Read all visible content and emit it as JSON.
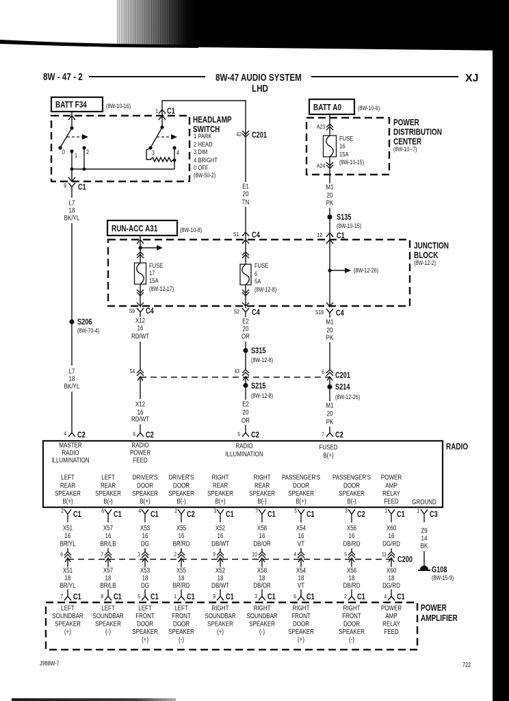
{
  "header": {
    "page_number": "8W - 47 - 2",
    "title": "8W-47 AUDIO SYSTEM",
    "subtitle": "LHD",
    "vehicle": "XJ"
  },
  "sources": {
    "batt_f34": {
      "label": "BATT F34",
      "ref": "(8W-10-16)"
    },
    "batt_a0": {
      "label": "BATT A0",
      "ref": "(8W-10-6)"
    },
    "run_acc_a31": {
      "label": "RUN-ACC A31",
      "ref": "(8W-10-8)"
    }
  },
  "headlamp_switch": {
    "name": [
      "HEADLAMP",
      "SWITCH"
    ],
    "positions": [
      "1 PARK",
      "2 HEAD",
      "3 DIM",
      "4 BRIGHT",
      "0 OFF"
    ],
    "ref": "(8W-50-2)",
    "contacts": [
      "0",
      "1",
      "2",
      "3",
      "4"
    ],
    "top_connector": {
      "pin": "1",
      "name": "C1"
    },
    "bottom_connector": {
      "pin": "9",
      "name": "C1"
    }
  },
  "power_distribution_center": {
    "name": [
      "POWER",
      "DISTRIBUTION",
      "CENTER"
    ],
    "ref": "(8W-10--7)",
    "cavity_in": "A23",
    "cavity_out": "A24",
    "fuse": {
      "label": "FUSE",
      "number": "16",
      "rating": "15A",
      "ref": "(8W-10-15)"
    }
  },
  "junction_block": {
    "name": [
      "JUNCTION",
      "BLOCK"
    ],
    "ref": "(8W-12-2)",
    "fuse_17": {
      "label": "FUSE",
      "number": "17",
      "rating": "15A",
      "ref": "(8W-12-17)",
      "output": {
        "pin": "S9",
        "name": "C4"
      }
    },
    "fuse_6": {
      "label": "FUSE",
      "number": "6",
      "rating": "5A",
      "ref": "(8W-12-8)",
      "input": {
        "pin": "S1",
        "name": "C4"
      },
      "output": {
        "pin": "S2",
        "name": "C4"
      }
    },
    "b_plus_feed": {
      "input": {
        "pin": "12",
        "name": "C1"
      },
      "output": {
        "pin": "S18",
        "name": "C4"
      },
      "branch_ref": "(8W-12-26)"
    }
  },
  "connectors": {
    "c201_e1": {
      "pin": "42",
      "name": "C201"
    },
    "c201_inline": {
      "name": "C201",
      "pins": {
        "x12": "54",
        "e2": "43",
        "m1": "6"
      }
    },
    "c200": {
      "name": "C200"
    }
  },
  "splices": {
    "s135": {
      "name": "S135",
      "ref": "(8W-10-15)"
    },
    "s206": {
      "name": "S206",
      "ref": "(8W-70-4)"
    },
    "s315": {
      "name": "S315",
      "ref": "(8W-12-8)"
    },
    "s215": {
      "name": "S215",
      "ref": "(8W-12-8)"
    },
    "s214": {
      "name": "S214",
      "ref": "(8W-12-26)"
    }
  },
  "wires": {
    "l7": {
      "circuit": "L7",
      "gauge": "18",
      "color": "BK/YL"
    },
    "e1": {
      "circuit": "E1",
      "gauge": "20",
      "color": "TN"
    },
    "m1": {
      "circuit": "M1",
      "gauge": "20",
      "color": "PK"
    },
    "x12": {
      "circuit": "X12",
      "gauge": "16",
      "color": "RD/WT"
    },
    "e2": {
      "circuit": "E2",
      "gauge": "20",
      "color": "OR"
    }
  },
  "radio": {
    "name": "RADIO",
    "inputs": [
      {
        "pin": "4",
        "connector": "C2",
        "function": [
          "MASTER",
          "RADIO",
          "ILLUMINATION"
        ]
      },
      {
        "pin": "6",
        "connector": "C2",
        "function": [
          "RADIO",
          "POWER",
          "FEED"
        ]
      },
      {
        "pin": "5",
        "connector": "C2",
        "function": [
          "RADIO",
          "ILLUMINATION"
        ]
      },
      {
        "pin": "7",
        "connector": "C2",
        "function": [
          "FUSED",
          "B(+)"
        ]
      }
    ]
  },
  "amplifier_circuits": [
    {
      "radio_pin": "2",
      "radio_connector": "C1",
      "radio_function": [
        "LEFT",
        "REAR",
        "SPEAKER",
        "B(+)"
      ],
      "radio_side_wire": {
        "circuit": "X51",
        "gauge": "16",
        "color": "BR/YL"
      },
      "c200_pin": "6",
      "amp_side_wire": {
        "circuit": "X51",
        "gauge": "18",
        "color": "BR/YL"
      },
      "amp_pin": "7",
      "amp_connector": "C1",
      "amp_function": [
        "LEFT",
        "SOUNDBAR",
        "SPEAKER",
        "(+)"
      ]
    },
    {
      "radio_pin": "6",
      "radio_connector": "C1",
      "radio_function": [
        "LEFT",
        "REAR",
        "SPEAKER",
        "B(-)"
      ],
      "radio_side_wire": {
        "circuit": "X57",
        "gauge": "16",
        "color": "BR/LB"
      },
      "c200_pin": "7",
      "amp_side_wire": {
        "circuit": "X57",
        "gauge": "18",
        "color": "BR/LB"
      },
      "amp_pin": "8",
      "amp_connector": "C1",
      "amp_function": [
        "LEFT",
        "SOUNDBAR",
        "SPEAKER",
        "(-)"
      ]
    },
    {
      "radio_pin": "4",
      "radio_connector": "C1",
      "radio_function": [
        "DRIVER'S",
        "DOOR",
        "SPEAKER",
        "B(+)"
      ],
      "radio_side_wire": {
        "circuit": "X53",
        "gauge": "16",
        "color": "DG"
      },
      "c200_pin": "1",
      "amp_side_wire": {
        "circuit": "X53",
        "gauge": "18",
        "color": "DG"
      },
      "amp_pin": "5",
      "amp_connector": "C1",
      "amp_function": [
        "LEFT",
        "FRONT",
        "DOOR",
        "SPEAKER",
        "(+)"
      ]
    },
    {
      "radio_pin": "2",
      "radio_connector": "C2",
      "radio_function": [
        "DRIVER'S",
        "DOOR",
        "SPEAKER",
        "B(-)"
      ],
      "radio_side_wire": {
        "circuit": "X55",
        "gauge": "16",
        "color": "BR/RD"
      },
      "c200_pin": "2",
      "amp_side_wire": {
        "circuit": "X55",
        "gauge": "18",
        "color": "BR/RD"
      },
      "amp_pin": "1",
      "amp_connector": "C1",
      "amp_function": [
        "LEFT",
        "FRONT",
        "DOOR",
        "SPEAKER",
        "(-)"
      ]
    },
    {
      "radio_pin": "3",
      "radio_connector": "C1",
      "radio_function": [
        "RIGHT",
        "REAR",
        "SPEAKER",
        "B(+)"
      ],
      "radio_side_wire": {
        "circuit": "X52",
        "gauge": "16",
        "color": "DB/WT"
      },
      "c200_pin": "9",
      "amp_side_wire": {
        "circuit": "X52",
        "gauge": "18",
        "color": "DB/WT"
      },
      "amp_pin": "9",
      "amp_connector": "C1",
      "amp_function": [
        "RIGHT",
        "SOUNDBAR",
        "SPEAKER",
        "(+)"
      ]
    },
    {
      "radio_pin": "7",
      "radio_connector": "C1",
      "radio_function": [
        "RIGHT",
        "REAR",
        "SPEAKER",
        "B(-)"
      ],
      "radio_side_wire": {
        "circuit": "X58",
        "gauge": "16",
        "color": "DB/OR"
      },
      "c200_pin": "10",
      "amp_side_wire": {
        "circuit": "X58",
        "gauge": "18",
        "color": "DB/OR"
      },
      "amp_pin": "3",
      "amp_connector": "C1",
      "amp_function": [
        "RIGHT",
        "SOUNDBAR",
        "SPEAKER",
        "(-)"
      ]
    },
    {
      "radio_pin": "5",
      "radio_connector": "C1",
      "radio_function": [
        "PASSENGER'S",
        "DOOR",
        "SPEAKER",
        "B(+)"
      ],
      "radio_side_wire": {
        "circuit": "X54",
        "gauge": "16",
        "color": "VT"
      },
      "c200_pin": "4",
      "amp_side_wire": {
        "circuit": "X54",
        "gauge": "18",
        "color": "VT"
      },
      "amp_pin": "6",
      "amp_connector": "C1",
      "amp_function": [
        "RIGHT",
        "FRONT",
        "DOOR",
        "SPEAKER",
        "(+)"
      ]
    },
    {
      "radio_pin": "3",
      "radio_connector": "C2",
      "radio_function": [
        "PASSENGER'S",
        "DOOR",
        "SPEAKER",
        "B(-)"
      ],
      "radio_side_wire": {
        "circuit": "X56",
        "gauge": "16",
        "color": "DB/RD"
      },
      "c200_pin": "5",
      "amp_side_wire": {
        "circuit": "X56",
        "gauge": "18",
        "color": "DB/RD"
      },
      "amp_pin": "2",
      "amp_connector": "C1",
      "amp_function": [
        "RIGHT",
        "FRONT",
        "DOOR",
        "SPEAKER",
        "(-)"
      ]
    },
    {
      "radio_pin": "1",
      "radio_connector": "C1",
      "radio_function": [
        "POWER",
        "AMP",
        "RELAY",
        "FEED"
      ],
      "radio_side_wire": {
        "circuit": "X60",
        "gauge": "16",
        "color": "DG/RD"
      },
      "c200_pin": "11",
      "amp_side_wire": {
        "circuit": "X60",
        "gauge": "18",
        "color": "DG/RD"
      },
      "amp_pin": "4",
      "amp_connector": "C1",
      "amp_function": [
        "POWER",
        "AMP",
        "RELAY",
        "FEED"
      ]
    }
  ],
  "ground_circuit": {
    "radio_pin": "1",
    "radio_connector": "C3",
    "radio_function": "GROUND",
    "wire": {
      "circuit": "Z9",
      "gauge": "14",
      "color": "BK"
    },
    "ground": {
      "name": "G108",
      "ref": "(8W-15-9)"
    }
  },
  "power_amplifier": {
    "name": [
      "POWER",
      "AMPLIFIER"
    ]
  },
  "footer": {
    "figure_id": "J988W-7",
    "page_code": "722"
  }
}
